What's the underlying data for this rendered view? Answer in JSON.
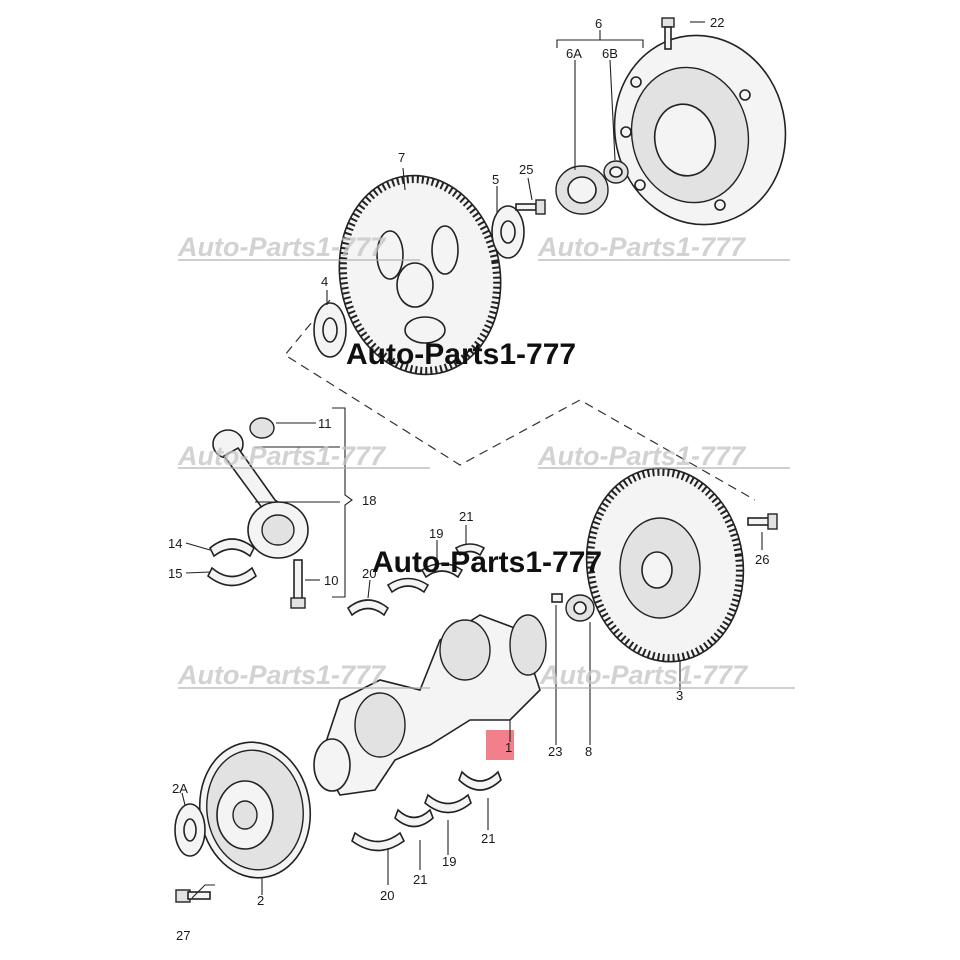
{
  "watermarks": {
    "text": "Auto-Parts1-777"
  },
  "labels": {
    "l1": "1",
    "l2": "2",
    "l2a": "2A",
    "l3": "3",
    "l4": "4",
    "l5": "5",
    "l6": "6",
    "l6a": "6A",
    "l6b": "6B",
    "l7": "7",
    "l8": "8",
    "l10": "10",
    "l11": "11",
    "l14": "14",
    "l15": "15",
    "l18": "18",
    "l19a": "19",
    "l19b": "19",
    "l20a": "20",
    "l20b": "20",
    "l21a": "21",
    "l21b": "21",
    "l21c": "21",
    "l22": "22",
    "l23": "23",
    "l25": "25",
    "l26": "26",
    "l27": "27"
  },
  "colors": {
    "highlight": "#f06a78",
    "line": "#222222",
    "watermark": "#c4c4c4"
  }
}
